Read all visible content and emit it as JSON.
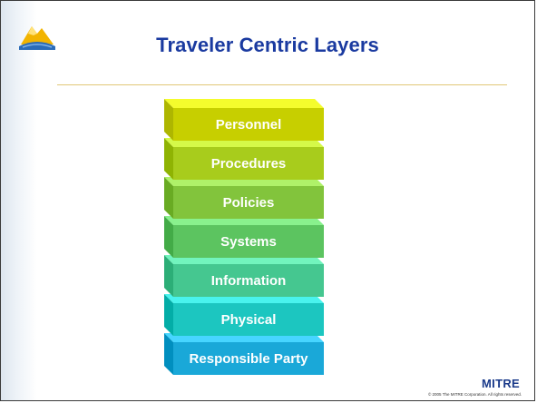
{
  "slide": {
    "title": "Traveler Centric Layers",
    "footer_brand": "MITRE",
    "copyright": "© 2005 The MITRE Corporation. All rights reserved."
  },
  "diagram": {
    "layers": [
      {
        "label": "Personnel",
        "color": "#c7cf00"
      },
      {
        "label": "Procedures",
        "color": "#a8cc1c"
      },
      {
        "label": "Policies",
        "color": "#82c43c"
      },
      {
        "label": "Systems",
        "color": "#5cc460"
      },
      {
        "label": "Information",
        "color": "#45c790"
      },
      {
        "label": "Physical",
        "color": "#1cc6c0"
      },
      {
        "label": "Responsible Party",
        "color": "#1aa8d8"
      }
    ]
  }
}
